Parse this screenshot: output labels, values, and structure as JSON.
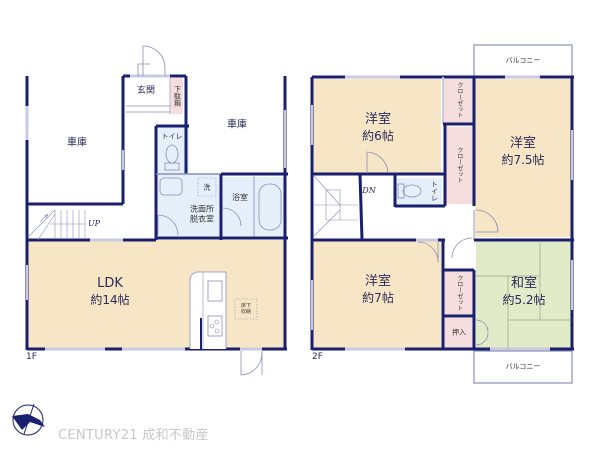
{
  "floor1": {
    "label": "1F",
    "rooms": {
      "garage_left": {
        "name": "車庫"
      },
      "entrance": {
        "name": "玄関"
      },
      "shoe_box": {
        "name": "下駄箱"
      },
      "garage_right": {
        "name": "車庫"
      },
      "toilet": {
        "name": "トイレ"
      },
      "washroom": {
        "name": "洗面所\n脱衣室",
        "line1": "洗面所",
        "line2": "脱衣室"
      },
      "washer": {
        "name": "洗"
      },
      "bath": {
        "name": "浴室"
      },
      "ldk": {
        "name": "LDK",
        "size": "約14帖"
      },
      "underfloor_storage": {
        "line1": "床下",
        "line2": "収納"
      }
    },
    "stairs_label": "UP"
  },
  "floor2": {
    "label": "2F",
    "rooms": {
      "western_6": {
        "name": "洋室",
        "size": "約6帖"
      },
      "closet_a": {
        "name": "クローゼット"
      },
      "closet_b": {
        "name": "クローゼット"
      },
      "western_75": {
        "name": "洋室",
        "size": "約7.5帖"
      },
      "toilet": {
        "name": "トイレ"
      },
      "western_7": {
        "name": "洋室",
        "size": "約7帖"
      },
      "closet_c": {
        "name": "クローゼット"
      },
      "oshiire": {
        "name": "押入"
      },
      "japanese": {
        "name": "和室",
        "size": "約5.2帖"
      },
      "balcony_top": {
        "name": "バルコニー"
      },
      "balcony_bottom": {
        "name": "バルコニー"
      }
    },
    "stairs_label": "DN"
  },
  "footer": {
    "brand": "CENTURY21 成和不動産",
    "compass": "N"
  },
  "colors": {
    "wall": "#1a1f6e",
    "room_beige": "#f7e6c6",
    "closet_pink": "#f6dede",
    "wet_blue": "#e4effa",
    "tatami_green": "#e2ebc8",
    "fixture_line": "#8a8fb8"
  }
}
